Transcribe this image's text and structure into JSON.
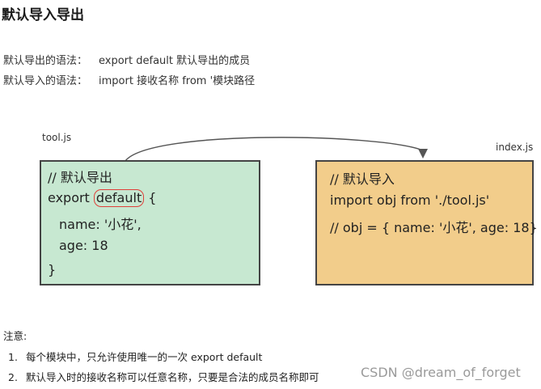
{
  "heading": "默认导入导出",
  "syntax_lines": [
    {
      "label": "默认导出的语法：",
      "code": "export default 默认导出的成员"
    },
    {
      "label": "默认导入的语法：",
      "code": "import 接收名称 from '模块路径"
    }
  ],
  "diagram": {
    "left_file": "tool.js",
    "right_file": "index.js",
    "left_code": {
      "comment": "// 默认导出",
      "export_kw": "export ",
      "default_kw": "default",
      "brace_open": " {",
      "name_line": "name: '小花',",
      "age_line": "age: 18",
      "brace_close": "}"
    },
    "right_code": {
      "comment": "//  默认导入",
      "import_line": "import obj from './tool.js'",
      "result_line": "// obj = { name: '小花', age: 18}"
    },
    "colors": {
      "left_box": "#c7e8d1",
      "right_box": "#f2cd8b",
      "highlight_circle": "#e0403a",
      "arrow": "#555555"
    }
  },
  "notes": {
    "title": "注意:",
    "items": [
      {
        "num": "1.",
        "text": "每个模块中，只允许使用唯一的一次 export default"
      },
      {
        "num": "2.",
        "text": "默认导入时的接收名称可以任意名称，只要是合法的成员名称即可"
      }
    ]
  },
  "watermark": "CSDN @dream_of_forget"
}
